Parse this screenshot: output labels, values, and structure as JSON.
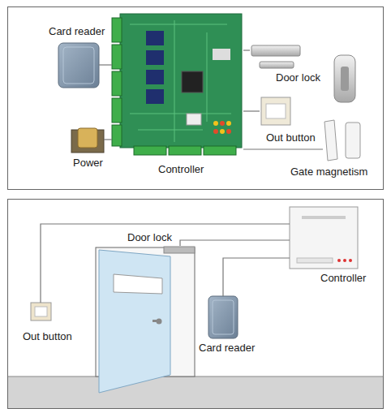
{
  "diagram": {
    "nodes": [
      {
        "text": [
          "Card reader"
        ]
      },
      {
        "text": [
          "Controller"
        ]
      },
      {
        "text": [
          "Door lock"
        ]
      },
      {
        "text": [
          "Out button"
        ]
      },
      {
        "text": [
          "Power"
        ]
      },
      {
        "text": [
          "Gate magnetism"
        ]
      },
      {
        "text": [
          "Door lock"
        ]
      },
      {
        "text": [
          "Controller"
        ]
      },
      {
        "text": [
          "Out button"
        ]
      },
      {
        "text": [
          "Card reader"
        ]
      }
    ],
    "edges": [
      {
        "from": 0,
        "to": 1,
        "arrow": "none"
      },
      {
        "from": 1,
        "to": 2,
        "arrow": "none"
      },
      {
        "from": 1,
        "to": 3,
        "arrow": "none"
      },
      {
        "from": 1,
        "to": 5,
        "arrow": "none"
      },
      {
        "from": 4,
        "to": 1,
        "arrow": "none"
      },
      {
        "from": 7,
        "to": 6,
        "arrow": "none"
      },
      {
        "from": 7,
        "to": 8,
        "arrow": "none"
      },
      {
        "from": 7,
        "to": 9,
        "arrow": "none"
      }
    ]
  }
}
